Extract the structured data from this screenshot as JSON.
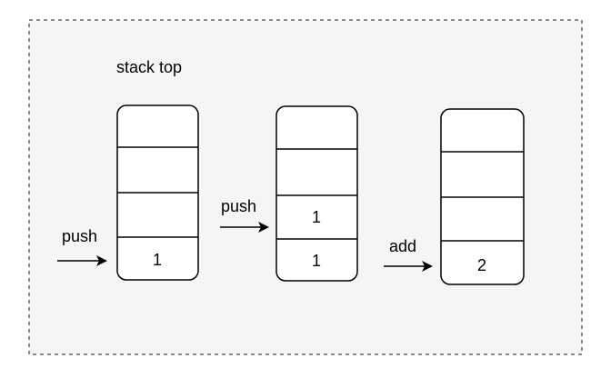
{
  "colors": {
    "frame_fill": "#f5f5f5",
    "frame_border": "#666666",
    "stroke": "#000000",
    "cell_fill": "#ffffff"
  },
  "labels": {
    "stack_top": "stack top",
    "push_1": "push",
    "push_2": "push",
    "add": "add"
  },
  "stacks": [
    {
      "cells": [
        "",
        "",
        "",
        "1"
      ]
    },
    {
      "cells": [
        "",
        "",
        "1",
        "1"
      ]
    },
    {
      "cells": [
        "",
        "",
        "",
        "2"
      ]
    }
  ]
}
